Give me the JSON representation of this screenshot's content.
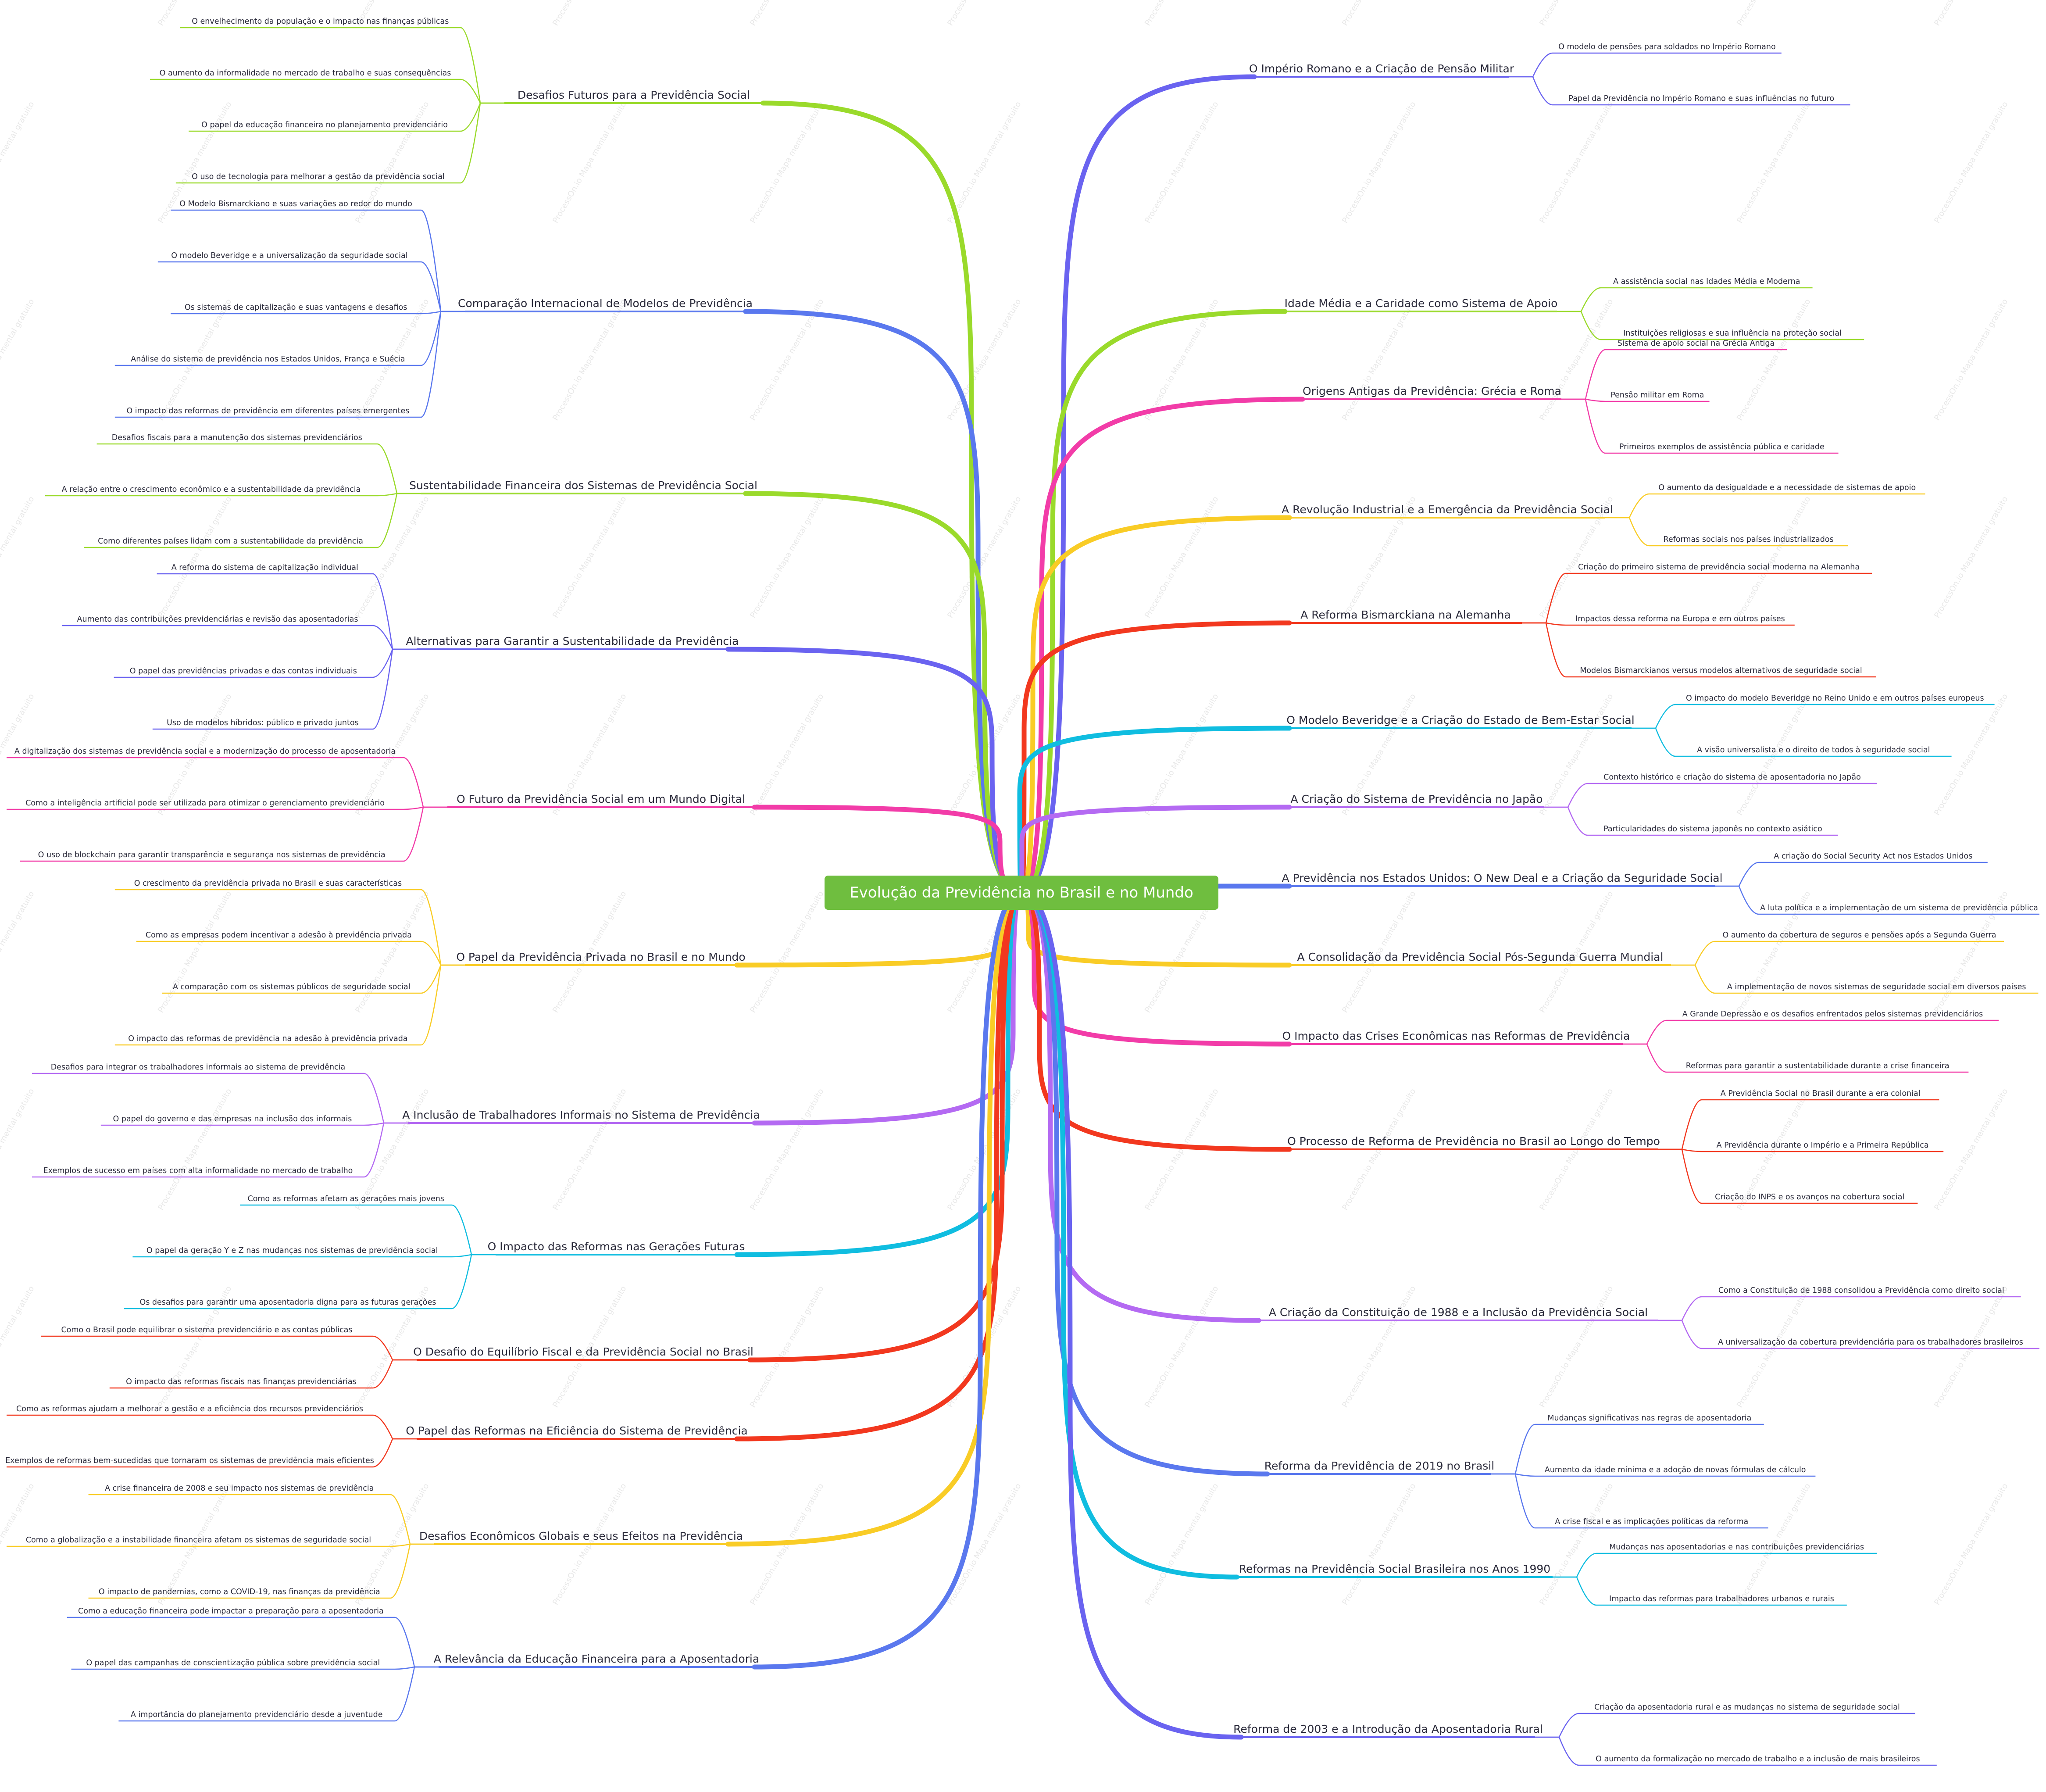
{
  "center": {
    "title": "Evolução da Previdência no Brasil e no Mundo",
    "color": "#6fbe3f"
  },
  "palette": {
    "purple": "#6a63f0",
    "green": "#9ada2b",
    "pink": "#f23ca8",
    "yellow": "#f9cc26",
    "red": "#f2381f",
    "cyan": "#10bde0",
    "violet": "#b46af2",
    "blue": "#5a78ee"
  },
  "watermark": "ProcessOn.io Mapa mental gratuito",
  "right_branches": [
    {
      "label": "O Império Romano e a Criação de Pensão Militar",
      "color": "purple",
      "children": [
        "O modelo de pensões para soldados no Império Romano",
        "Papel da Previdência no Império Romano e suas influências no futuro"
      ]
    },
    {
      "label": "Idade Média e a Caridade como Sistema de Apoio",
      "color": "green",
      "children": [
        "A assistência social nas Idades Média e Moderna",
        "Instituições religiosas e sua influência na proteção social"
      ]
    },
    {
      "label": "Origens Antigas da Previdência: Grécia e Roma",
      "color": "pink",
      "children": [
        "Sistema de apoio social na Grécia Antiga",
        "Pensão militar em Roma",
        "Primeiros exemplos de assistência pública e caridade"
      ]
    },
    {
      "label": "A Revolução Industrial e a Emergência da Previdência Social",
      "color": "yellow",
      "children": [
        "O aumento da desigualdade e a necessidade de sistemas de apoio",
        "Reformas sociais nos países industrializados"
      ]
    },
    {
      "label": "A Reforma Bismarckiana na Alemanha",
      "color": "red",
      "children": [
        "Criação do primeiro sistema de previdência social moderna na Alemanha",
        "Impactos dessa reforma na Europa e em outros países",
        "Modelos Bismarckianos versus modelos alternativos de seguridade social"
      ]
    },
    {
      "label": "O Modelo Beveridge e a Criação do Estado de Bem-Estar Social",
      "color": "cyan",
      "children": [
        "O impacto do modelo Beveridge no Reino Unido e em outros países europeus",
        "A visão universalista e o direito de todos à seguridade social"
      ]
    },
    {
      "label": "A Criação do Sistema de Previdência no Japão",
      "color": "violet",
      "children": [
        "Contexto histórico e criação do sistema de aposentadoria no Japão",
        "Particularidades do sistema japonês no contexto asiático"
      ]
    },
    {
      "label": "A Previdência nos Estados Unidos: O New Deal e a Criação da Seguridade Social",
      "color": "blue",
      "children": [
        "A criação do Social Security Act nos Estados Unidos",
        "A luta política e a implementação de um sistema de previdência pública"
      ]
    },
    {
      "label": "A Consolidação da Previdência Social Pós-Segunda Guerra Mundial",
      "color": "yellow",
      "children": [
        "O aumento da cobertura de seguros e pensões após a Segunda Guerra",
        "A implementação de novos sistemas de seguridade social em diversos países"
      ]
    },
    {
      "label": "O Impacto das Crises Econômicas nas Reformas de Previdência",
      "color": "pink",
      "children": [
        "A Grande Depressão e os desafios enfrentados pelos sistemas previdenciários",
        "Reformas para garantir a sustentabilidade durante a crise financeira"
      ]
    },
    {
      "label": "O Processo de Reforma de Previdência no Brasil ao Longo do Tempo",
      "color": "red",
      "children": [
        "A Previdência Social no Brasil durante a era colonial",
        "A Previdência durante o Império e a Primeira República",
        "Criação do INPS e os avanços na cobertura social"
      ]
    },
    {
      "label": "A Criação da Constituição de 1988 e a Inclusão da Previdência Social",
      "color": "violet",
      "children": [
        "Como a Constituição de 1988 consolidou a Previdência como direito social",
        "A universalização da cobertura previdenciária para os trabalhadores brasileiros"
      ]
    },
    {
      "label": "Reforma da Previdência de 2019 no Brasil",
      "color": "blue",
      "children": [
        "Mudanças significativas nas regras de aposentadoria",
        "Aumento da idade mínima e a adoção de novas fórmulas de cálculo",
        "A crise fiscal e as implicações políticas da reforma"
      ]
    },
    {
      "label": "Reformas na Previdência Social Brasileira nos Anos 1990",
      "color": "cyan",
      "children": [
        "Mudanças nas aposentadorias e nas contribuições previdenciárias",
        "Impacto das reformas para trabalhadores urbanos e rurais"
      ]
    },
    {
      "label": "Reforma de 2003 e a Introdução da Aposentadoria Rural",
      "color": "purple",
      "children": [
        "Criação da aposentadoria rural e as mudanças no sistema de seguridade social",
        "O aumento da formalização no mercado de trabalho e a inclusão de mais brasileiros"
      ]
    }
  ],
  "left_branches": [
    {
      "label": "Desafios Futuros para a Previdência Social",
      "color": "green",
      "children": [
        "O envelhecimento da população e o impacto nas finanças públicas",
        "O aumento da informalidade no mercado de trabalho e suas consequências",
        "O papel da educação financeira no planejamento previdenciário",
        "O uso de tecnologia para melhorar a gestão da previdência social"
      ]
    },
    {
      "label": "Comparação Internacional de Modelos de Previdência",
      "color": "blue",
      "children": [
        "O Modelo Bismarckiano e suas variações ao redor do mundo",
        "O modelo Beveridge e a universalização da seguridade social",
        "Os sistemas de capitalização e suas vantagens e desafios",
        "Análise do sistema de previdência nos Estados Unidos, França e Suécia",
        "O impacto das reformas de previdência em diferentes países emergentes"
      ]
    },
    {
      "label": "Sustentabilidade Financeira dos Sistemas de Previdência Social",
      "color": "green",
      "children": [
        "Desafios fiscais para a manutenção dos sistemas previdenciários",
        "A relação entre o crescimento econômico e a sustentabilidade da previdência",
        "Como diferentes países lidam com a sustentabilidade da previdência"
      ]
    },
    {
      "label": "Alternativas para Garantir a Sustentabilidade da Previdência",
      "color": "purple",
      "children": [
        "A reforma do sistema de capitalização individual",
        "Aumento das contribuições previdenciárias e revisão das aposentadorias",
        "O papel das previdências privadas e das contas individuais",
        "Uso de modelos híbridos: público e privado juntos"
      ]
    },
    {
      "label": "O Futuro da Previdência Social em um Mundo Digital",
      "color": "pink",
      "children": [
        "A digitalização dos sistemas de previdência social e a modernização do processo de aposentadoria",
        "Como a inteligência artificial pode ser utilizada para otimizar o gerenciamento previdenciário",
        "O uso de blockchain para garantir transparência e segurança nos sistemas de previdência"
      ]
    },
    {
      "label": "O Papel da Previdência Privada no Brasil e no Mundo",
      "color": "yellow",
      "children": [
        "O crescimento da previdência privada no Brasil e suas características",
        "Como as empresas podem incentivar a adesão à previdência privada",
        "A comparação com os sistemas públicos de seguridade social",
        "O impacto das reformas de previdência na adesão à previdência privada"
      ]
    },
    {
      "label": "A Inclusão de Trabalhadores Informais no Sistema de Previdência",
      "color": "violet",
      "children": [
        "Desafios para integrar os trabalhadores informais ao sistema de previdência",
        "O papel do governo e das empresas na inclusão dos informais",
        "Exemplos de sucesso em países com alta informalidade no mercado de trabalho"
      ]
    },
    {
      "label": "O Impacto das Reformas nas Gerações Futuras",
      "color": "cyan",
      "children": [
        "Como as reformas afetam as gerações mais jovens",
        "O papel da geração Y e Z nas mudanças nos sistemas de previdência social",
        "Os desafios para garantir uma aposentadoria digna para as futuras gerações"
      ]
    },
    {
      "label": "O Desafio do Equilíbrio Fiscal e da Previdência Social no Brasil",
      "color": "red",
      "children": [
        "Como o Brasil pode equilibrar o sistema previdenciário e as contas públicas",
        "O impacto das reformas fiscais nas finanças previdenciárias"
      ]
    },
    {
      "label": "O Papel das Reformas na Eficiência do Sistema de Previdência",
      "color": "red",
      "children": [
        "Como as reformas ajudam a melhorar a gestão e a eficiência dos recursos previdenciários",
        "Exemplos de reformas bem-sucedidas que tornaram os sistemas de previdência mais eficientes"
      ]
    },
    {
      "label": "Desafios Econômicos Globais e seus Efeitos na Previdência",
      "color": "yellow",
      "children": [
        "A crise financeira de 2008 e seu impacto nos sistemas de previdência",
        "Como a globalização e a instabilidade financeira afetam os sistemas de seguridade social",
        "O impacto de pandemias, como a COVID-19, nas finanças da previdência"
      ]
    },
    {
      "label": "A Relevância da Educação Financeira para a Aposentadoria",
      "color": "blue",
      "children": [
        "Como a educação financeira pode impactar a preparação para a aposentadoria",
        "O papel das campanhas de conscientização pública sobre previdência social",
        "A importância do planejamento previdenciário desde a juventude"
      ]
    }
  ]
}
